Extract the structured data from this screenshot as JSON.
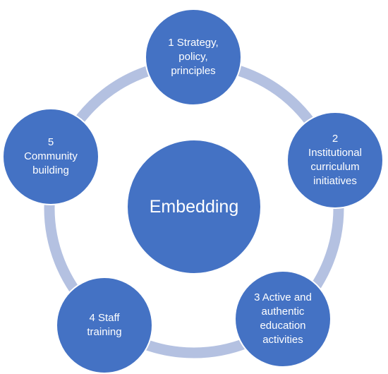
{
  "diagram": {
    "center": {
      "label": "Embedding"
    },
    "nodes": [
      {
        "label": "1 Strategy,\npolicy,\nprinciples"
      },
      {
        "label": "2\nInstitutional\ncurriculum\ninitiatives"
      },
      {
        "label": "3 Active and\nauthentic\neducation\nactivities"
      },
      {
        "label": "4 Staff\ntraining"
      },
      {
        "label": "5\nCommunity\nbuilding"
      }
    ]
  },
  "colors": {
    "node_fill": "#4472c4",
    "node_border": "#ffffff",
    "ring": "#b4c1e1",
    "text": "#ffffff"
  }
}
